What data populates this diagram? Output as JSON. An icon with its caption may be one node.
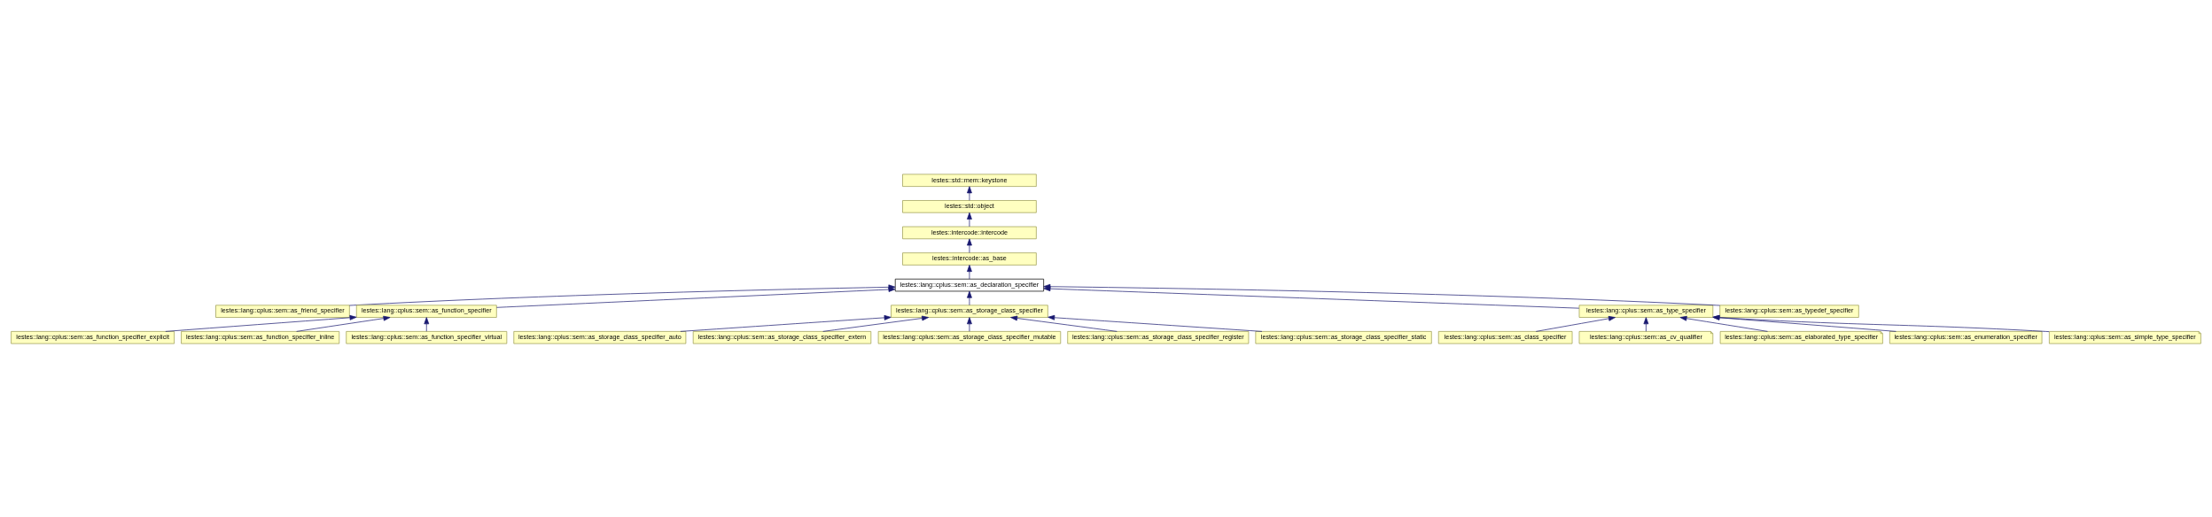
{
  "diagram": {
    "nodes": [
      {
        "text": [
          "lestes::std::mem::keystone"
        ]
      },
      {
        "text": [
          "lestes::std::object"
        ]
      },
      {
        "text": [
          "lestes::intercode::intercode"
        ]
      },
      {
        "text": [
          "lestes::intercode::as_base"
        ]
      },
      {
        "text": [
          "lestes::lang::cplus::sem::as_declaration_specifier"
        ]
      },
      {
        "text": [
          "lestes::lang::cplus::sem::as_friend_specifier"
        ]
      },
      {
        "text": [
          "lestes::lang::cplus::sem::as_function_specifier"
        ]
      },
      {
        "text": [
          "lestes::lang::cplus::sem::as_storage_class_specifier"
        ]
      },
      {
        "text": [
          "lestes::lang::cplus::sem::as_type_specifier"
        ]
      },
      {
        "text": [
          "lestes::lang::cplus::sem::as_typedef_specifier"
        ]
      },
      {
        "text": [
          "lestes::lang::cplus::sem::as_function_specifier_explicit"
        ]
      },
      {
        "text": [
          "lestes::lang::cplus::sem::as_function_specifier_inline"
        ]
      },
      {
        "text": [
          "lestes::lang::cplus::sem::as_function_specifier_virtual"
        ]
      },
      {
        "text": [
          "lestes::lang::cplus::sem::as_storage_class_specifier_auto"
        ]
      },
      {
        "text": [
          "lestes::lang::cplus::sem::as_storage_class_specifier_extern"
        ]
      },
      {
        "text": [
          "lestes::lang::cplus::sem::as_storage_class_specifier_mutable"
        ]
      },
      {
        "text": [
          "lestes::lang::cplus::sem::as_storage_class_specifier_register"
        ]
      },
      {
        "text": [
          "lestes::lang::cplus::sem::as_storage_class_specifier_static"
        ]
      },
      {
        "text": [
          "lestes::lang::cplus::sem::as_class_specifier"
        ]
      },
      {
        "text": [
          "lestes::lang::cplus::sem::as_cv_qualifier"
        ]
      },
      {
        "text": [
          "lestes::lang::cplus::sem::as_elaborated_type_specifier"
        ]
      },
      {
        "text": [
          "lestes::lang::cplus::sem::as_enumeration_specifier"
        ]
      },
      {
        "text": [
          "lestes::lang::cplus::sem::as_simple_type_specifier"
        ]
      }
    ],
    "edges": [
      {
        "from": 1,
        "to": 0,
        "arrow": "to"
      },
      {
        "from": 2,
        "to": 1,
        "arrow": "to"
      },
      {
        "from": 3,
        "to": 2,
        "arrow": "to"
      },
      {
        "from": 4,
        "to": 3,
        "arrow": "to"
      },
      {
        "from": 5,
        "to": 4,
        "arrow": "to"
      },
      {
        "from": 6,
        "to": 4,
        "arrow": "to"
      },
      {
        "from": 7,
        "to": 4,
        "arrow": "to"
      },
      {
        "from": 8,
        "to": 4,
        "arrow": "to"
      },
      {
        "from": 9,
        "to": 4,
        "arrow": "to"
      },
      {
        "from": 10,
        "to": 6,
        "arrow": "to"
      },
      {
        "from": 11,
        "to": 6,
        "arrow": "to"
      },
      {
        "from": 12,
        "to": 6,
        "arrow": "to"
      },
      {
        "from": 13,
        "to": 7,
        "arrow": "to"
      },
      {
        "from": 14,
        "to": 7,
        "arrow": "to"
      },
      {
        "from": 15,
        "to": 7,
        "arrow": "to"
      },
      {
        "from": 16,
        "to": 7,
        "arrow": "to"
      },
      {
        "from": 17,
        "to": 7,
        "arrow": "to"
      },
      {
        "from": 18,
        "to": 8,
        "arrow": "to"
      },
      {
        "from": 19,
        "to": 8,
        "arrow": "to"
      },
      {
        "from": 20,
        "to": 8,
        "arrow": "to"
      },
      {
        "from": 21,
        "to": 8,
        "arrow": "to"
      },
      {
        "from": 22,
        "to": 8,
        "arrow": "to"
      }
    ]
  }
}
